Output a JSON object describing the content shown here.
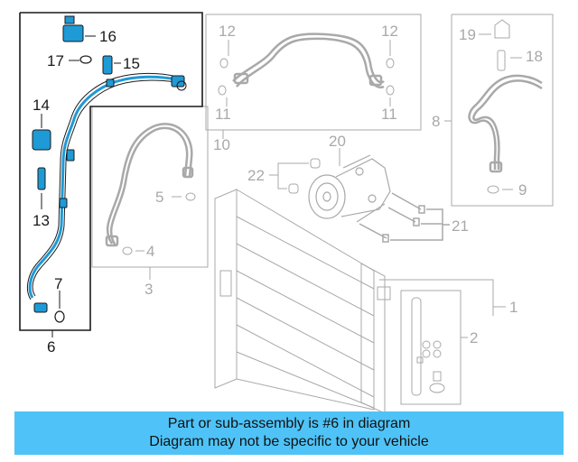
{
  "callouts": {
    "c1": "1",
    "c2": "2",
    "c3": "3",
    "c4": "4",
    "c5": "5",
    "c6": "6",
    "c7": "7",
    "c8": "8",
    "c9": "9",
    "c10": "10",
    "c11a": "11",
    "c11b": "11",
    "c12a": "12",
    "c12b": "12",
    "c13": "13",
    "c14": "14",
    "c15": "15",
    "c16": "16",
    "c17": "17",
    "c18": "18",
    "c19": "19",
    "c20": "20",
    "c21": "21",
    "c22": "22"
  },
  "banner": {
    "line1": "Part or sub-assembly is #6 in diagram",
    "line2": "Diagram may not be specific to your vehicle",
    "color": "#4fc3f7"
  },
  "colors": {
    "highlight": "#1e9ad6",
    "active_line": "#1a1a1a",
    "inactive_line": "#a9a9a9"
  }
}
